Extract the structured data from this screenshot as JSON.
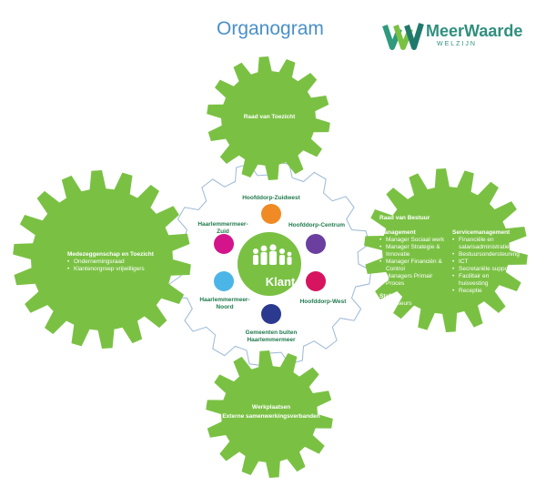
{
  "header": {
    "title": "Organogram"
  },
  "logo": {
    "name": "MeerWaarde",
    "sub": "WELZIJN"
  },
  "colors": {
    "gear": "#7ac143",
    "ring": "#ffffff",
    "ring_outline": "#9bb8d6",
    "text_green": "#1f7a4d"
  },
  "top_gear": {
    "title": "Raad van Toezicht"
  },
  "left_gear": {
    "title": "Medezeggenschap en Toezicht",
    "items": [
      "Ondernemingsraad",
      "Klantenorgroep vrijwilligers"
    ]
  },
  "right_gear": {
    "title": "Raad van Bestuur",
    "management": {
      "heading": "Management",
      "items": [
        "Manager Sociaal werk",
        "Manager Strategie & Innovatie",
        "Manager Financiën & Control",
        "Managers Primair Proces"
      ]
    },
    "service": {
      "heading": "Servicemanagement",
      "items": [
        "Financiële en salarisadministratie",
        "Bestuursondersteuning",
        "ICT",
        "Secretariële support",
        "Facilitair en huisvesting",
        "Receptie"
      ]
    },
    "staf": {
      "heading": "Staf",
      "items": [
        "Adviseurs"
      ]
    }
  },
  "bottom_gear": {
    "line1": "Werkplaatsen",
    "line2": "Externe samenwerkingsverbanden"
  },
  "center": {
    "label": "Klant"
  },
  "regions": [
    {
      "name": "Hoofddorp-Zuidwest",
      "color": "#f08a24"
    },
    {
      "name": "Hoofddorp-Centrum",
      "color": "#6b3fa0"
    },
    {
      "name": "Hoofddorp-West",
      "color": "#d6145f"
    },
    {
      "name": "Gemeenten buiten Haarlemmermeer",
      "color": "#2b3a8f"
    },
    {
      "name": "Haarlemmermeer-Noord",
      "color": "#4cb5e8"
    },
    {
      "name": "Haarlemmermeer-Zuid",
      "color": "#d4148a"
    }
  ]
}
